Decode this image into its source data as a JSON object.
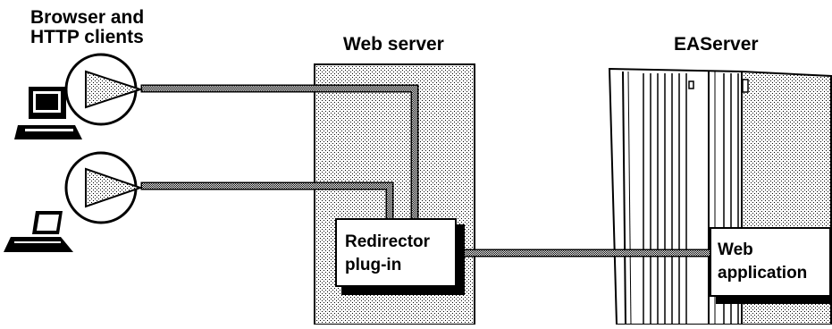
{
  "labels": {
    "clients_line1": "Browser and",
    "clients_line2": "HTTP clients",
    "web_server": "Web server",
    "easerver": "EAServer"
  },
  "boxes": {
    "redirector_line1": "Redirector",
    "redirector_line2": "plug-in",
    "webapp_line1": "Web",
    "webapp_line2": "application"
  },
  "icons": [
    "desktop-computer-icon",
    "laptop-computer-icon",
    "play-triangle-icon",
    "server-tower-icon"
  ]
}
